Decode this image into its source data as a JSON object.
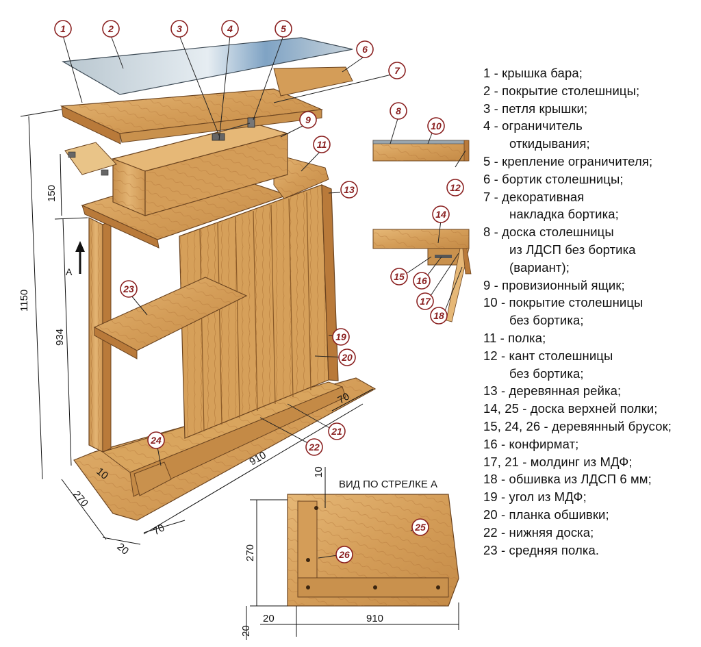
{
  "legend": [
    {
      "text": "1  - крышка бара;",
      "cont": false
    },
    {
      "text": "2  - покрытие столешницы;",
      "cont": false
    },
    {
      "text": "3  - петля крышки;",
      "cont": false
    },
    {
      "text": "4  - ограничитель",
      "cont": false
    },
    {
      "text": "откидывания;",
      "cont": true
    },
    {
      "text": "5  - крепление ограничителя;",
      "cont": false
    },
    {
      "text": "6  - бортик столешницы;",
      "cont": false
    },
    {
      "text": "7  - декоративная",
      "cont": false
    },
    {
      "text": "накладка бортика;",
      "cont": true
    },
    {
      "text": "8  - доска столешницы",
      "cont": false
    },
    {
      "text": "из ЛДСП без бортика",
      "cont": true
    },
    {
      "text": "(вариант);",
      "cont": true
    },
    {
      "text": "9  - провизионный ящик;",
      "cont": false
    },
    {
      "text": "10 - покрытие столешницы",
      "cont": false
    },
    {
      "text": "без бортика;",
      "cont": true
    },
    {
      "text": "11  - полка;",
      "cont": false
    },
    {
      "text": "12 - кант столешницы",
      "cont": false
    },
    {
      "text": "без бортика;",
      "cont": true
    },
    {
      "text": "13 - деревянная рейка;",
      "cont": false
    },
    {
      "text": "14, 25 - доска верхней полки;",
      "cont": false
    },
    {
      "text": "15, 24, 26 - деревянный брусок;",
      "cont": false
    },
    {
      "text": "16 - конфирмат;",
      "cont": false
    },
    {
      "text": "17, 21 - молдинг из МДФ;",
      "cont": false
    },
    {
      "text": "18 - обшивка из ЛДСП 6 мм;",
      "cont": false
    },
    {
      "text": "19 - угол из МДФ;",
      "cont": false
    },
    {
      "text": "20 - планка обшивки;",
      "cont": false
    },
    {
      "text": "22 - нижняя доска;",
      "cont": false
    },
    {
      "text": "23 - средняя полка.",
      "cont": false
    }
  ],
  "callouts": [
    "1",
    "2",
    "3",
    "4",
    "5",
    "6",
    "7",
    "8",
    "9",
    "10",
    "11",
    "12",
    "13",
    "14",
    "15",
    "16",
    "17",
    "18",
    "19",
    "20",
    "21",
    "22",
    "23",
    "24",
    "25",
    "26"
  ],
  "dimensions": {
    "height_total": "1150",
    "height_lower": "934",
    "height_top": "150",
    "width_main": "910",
    "depth_270": "270",
    "d70_right": "70",
    "d70_left": "70",
    "d10": "10",
    "d20": "20",
    "view_270": "270",
    "view_910": "910",
    "view_10": "10",
    "view_20a": "20",
    "view_20b": "20"
  },
  "arrow_label": "А",
  "view_title": "ВИД ПО СТРЕЛКЕ  А",
  "colors": {
    "wood": "#d9a55e",
    "wood_dark": "#b97a3a",
    "wood_light": "#eac48a",
    "label": "#8a2020",
    "glass": "#c9d4dc"
  }
}
